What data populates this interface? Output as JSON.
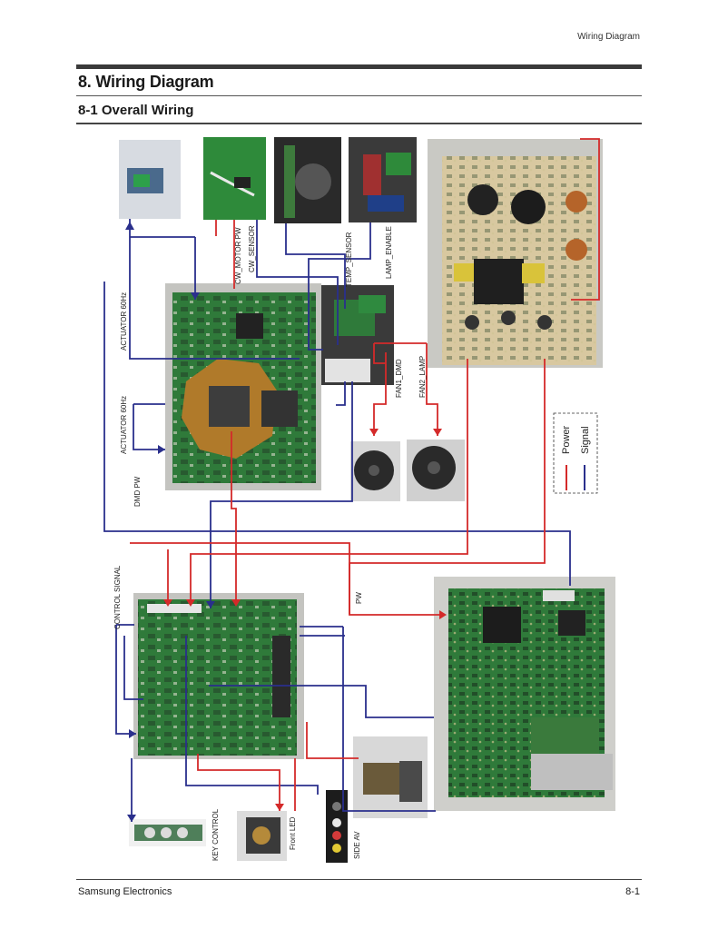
{
  "header": {
    "section": "Wiring Diagram"
  },
  "title": "8. Wiring Diagram",
  "subtitle": "8-1 Overall Wiring",
  "labels": {
    "cw_motor_pw": "CW_MOTOR PW",
    "cw_sensor": "CW_SENSOR",
    "temp_sensor": "TEMP_SENSOR",
    "lamp_enable": "LAMP_ENABLE",
    "actuator_1": "ACTUATOR 60Hz",
    "actuator_2": "ACTUATOR 60Hz",
    "dmd_pw": "DMD PW",
    "fan1": "FAN1_DMD",
    "fan2": "FAN2_LAMP",
    "control_signal": "CONTROL SIGNAL",
    "pw": "PW",
    "key_control": "KEY CONTROL",
    "front_led": "Front LED",
    "side_av": "SIDE AV"
  },
  "legend": {
    "power": "Power",
    "signal": "Signal"
  },
  "colors": {
    "power": "#d42a2a",
    "signal": "#2a2f8c",
    "pcb": "#2f7a3a",
    "photo_bg": "#c9c9c4"
  },
  "footer": {
    "company": "Samsung Electronics",
    "page": "8-1"
  }
}
